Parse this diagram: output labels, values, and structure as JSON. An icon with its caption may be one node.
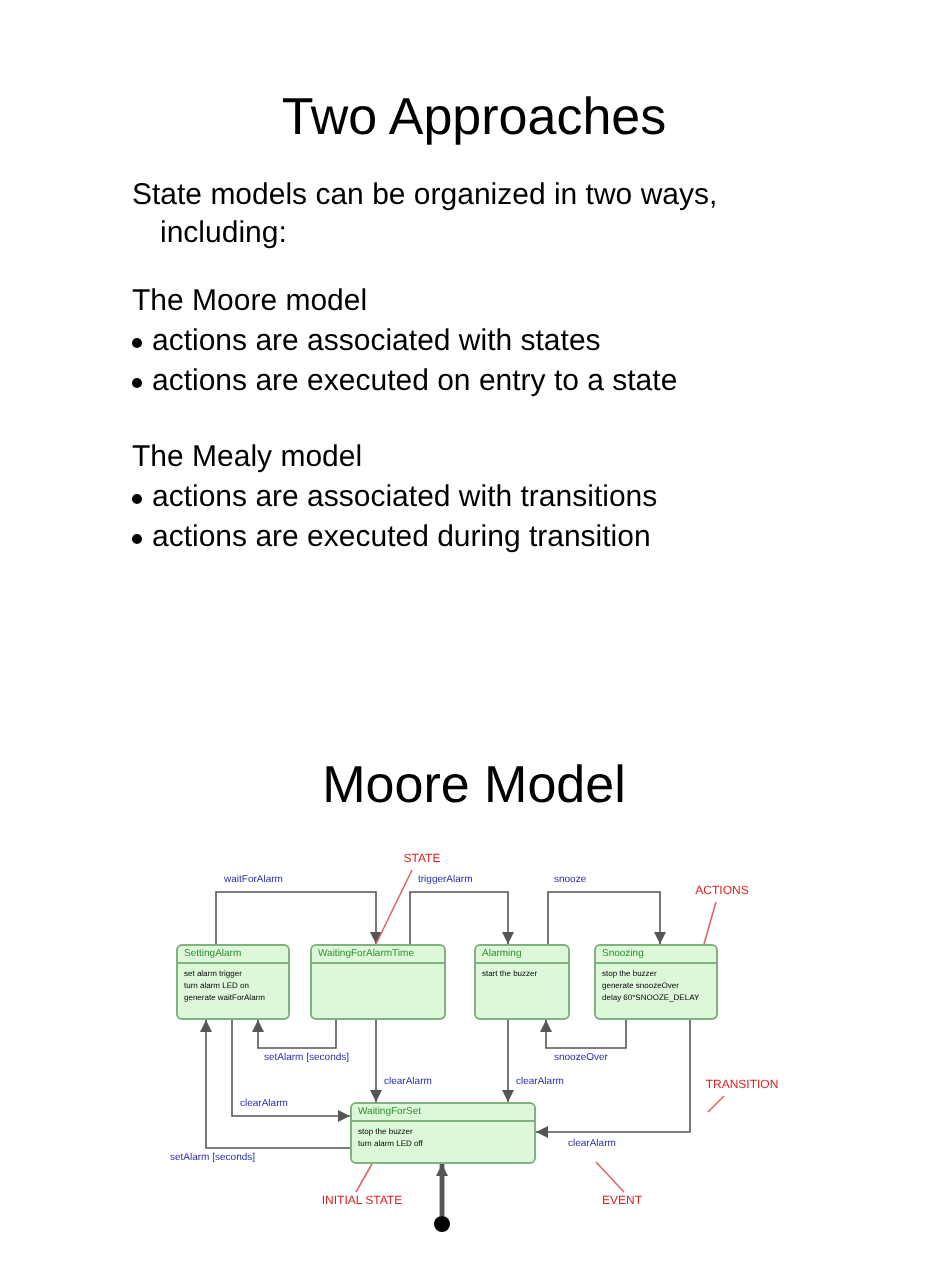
{
  "diagram": {
    "title": "Two Approaches",
    "nodes": [
      {
        "text": [
          "SettingAlarm",
          "set alarm trigger",
          "turn alarm LED on",
          "generate waitForAlarm"
        ]
      },
      {
        "text": [
          "WaitingForAlarmTime"
        ]
      },
      {
        "text": [
          "Alarming",
          "start the buzzer"
        ]
      },
      {
        "text": [
          "Snoozing",
          "stop the buzzer",
          "generate snoozeOver",
          "delay 60*SNOOZE_DELAY"
        ]
      },
      {
        "text": [
          "WaitingForSet",
          "stop the buzzer",
          "turn alarm LED off"
        ]
      },
      {
        "text": [],
        "shape": "circle"
      },
      {
        "text": [
          "STATE"
        ]
      },
      {
        "text": [
          "ACTIONS"
        ]
      },
      {
        "text": [
          "TRANSITION"
        ]
      },
      {
        "text": [
          "INITIAL STATE"
        ]
      },
      {
        "text": [
          "EVENT"
        ]
      }
    ],
    "edges": [
      {
        "from": 0,
        "to": 1,
        "arrow": "to",
        "label": "waitForAlarm"
      },
      {
        "from": 1,
        "to": 2,
        "arrow": "to",
        "label": "triggerAlarm"
      },
      {
        "from": 2,
        "to": 3,
        "arrow": "to",
        "label": "snooze"
      },
      {
        "from": 3,
        "to": 2,
        "arrow": "to",
        "label": "snoozeOver"
      },
      {
        "from": 1,
        "to": 0,
        "arrow": "to",
        "label": "setAlarm [seconds]"
      },
      {
        "from": 1,
        "to": 4,
        "arrow": "to",
        "label": "clearAlarm"
      },
      {
        "from": 2,
        "to": 4,
        "arrow": "to",
        "label": "clearAlarm"
      },
      {
        "from": 0,
        "to": 4,
        "arrow": "to",
        "label": "clearAlarm"
      },
      {
        "from": 4,
        "to": 0,
        "arrow": "to",
        "label": "setAlarm [seconds]"
      },
      {
        "from": 3,
        "to": 4,
        "arrow": "to",
        "label": "clearAlarm"
      },
      {
        "from": 5,
        "to": 4,
        "arrow": "to",
        "style": "thick"
      },
      {
        "from": 6,
        "to": 1,
        "arrow": "none",
        "color": "#e06666"
      },
      {
        "from": 7,
        "to": 3,
        "arrow": "none",
        "color": "#e06666"
      },
      {
        "from": 8,
        "to": null,
        "arrow": "none",
        "color": "#e06666"
      },
      {
        "from": 9,
        "to": 4,
        "arrow": "none",
        "color": "#e06666"
      },
      {
        "from": 10,
        "to": null,
        "arrow": "none",
        "color": "#e06666"
      }
    ],
    "labels": [
      "State models can be organized in two ways, including:",
      "The Moore model",
      "actions are associated with states",
      "actions are executed on entry to a state",
      "The Mealy model",
      "actions are associated with transitions",
      "actions are executed during transition",
      "Moore Model"
    ]
  }
}
